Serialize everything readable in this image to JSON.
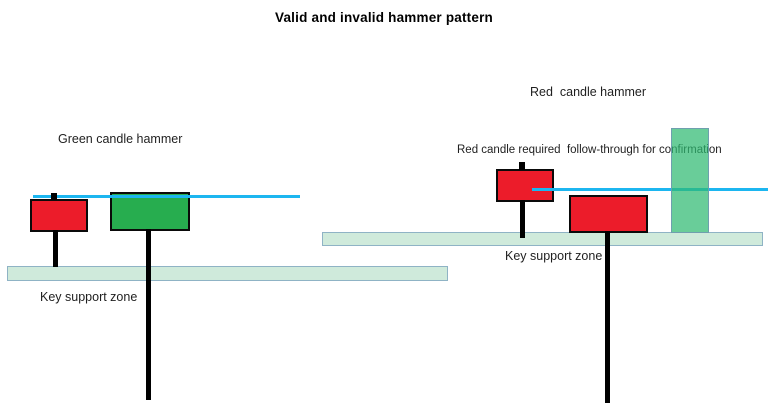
{
  "title": "Valid and invalid hammer pattern",
  "left_panel": {
    "heading": "Green candle hammer",
    "support_label": "Key support zone",
    "candles": [
      {
        "name": "small red candle",
        "body_color": "#ec1c2a",
        "wick": "short lower wick to support zone"
      },
      {
        "name": "green hammer candle",
        "body_color": "#27ad4f",
        "wick": "long lower wick through support zone"
      }
    ],
    "line_color": "#1cb6f0",
    "zone_fill": "#cfeadb",
    "zone_border": "#8fb3c5"
  },
  "right_panel": {
    "heading": "Red  candle hammer",
    "annotation": "Red candle required  follow-through for confirmation",
    "support_label": "Key support zone",
    "candles": [
      {
        "name": "small red candle",
        "body_color": "#ec1c2a",
        "wick": "short lower wick to support zone"
      },
      {
        "name": "red hammer candle",
        "body_color": "#ec1c2a",
        "wick": "long lower wick through support zone"
      },
      {
        "name": "green confirmation candle",
        "body_color": "#5fcb92",
        "style": "translucent tall candle"
      }
    ],
    "line_color": "#1cb6f0",
    "zone_fill": "#cfeadb",
    "zone_border": "#8fb3c5"
  },
  "colors": {
    "red_candle": "#ec1c2a",
    "green_candle": "#27ad4f",
    "confirmation_candle_translucent": "#5fcb92",
    "support_zone_fill": "#cfeadb",
    "support_zone_border": "#8fb3c5",
    "blue_line": "#1cb6f0",
    "wick": "#000000",
    "text": "#1f1f1f"
  }
}
